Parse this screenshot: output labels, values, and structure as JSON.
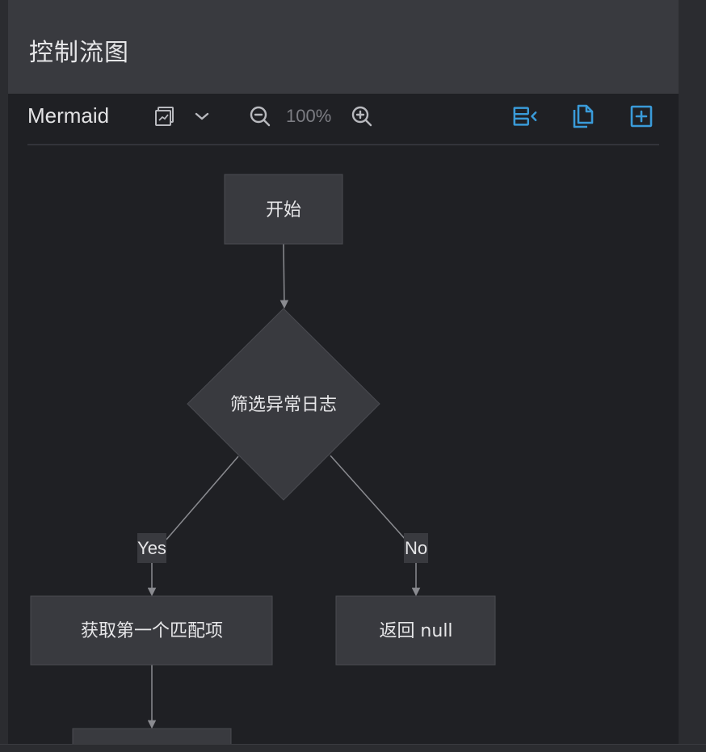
{
  "header": {
    "title": "控制流图"
  },
  "toolbar": {
    "renderer_label": "Mermaid",
    "zoom_value": "100%",
    "icons": {
      "view_mode": "chart-frame-icon",
      "dropdown": "chevron-down-icon",
      "zoom_out": "zoom-out-icon",
      "zoom_in": "zoom-in-icon",
      "collapse_panel": "panel-collapse-icon",
      "copy": "copy-icon",
      "insert": "insert-plus-icon"
    },
    "accent_color": "#3a9bd9"
  },
  "flowchart": {
    "nodes": {
      "start": "开始",
      "decision": "筛选异常日志",
      "get_first": "获取第一个匹配项",
      "return_null": "返回 null"
    },
    "edges": {
      "yes": "Yes",
      "no": "No"
    }
  }
}
